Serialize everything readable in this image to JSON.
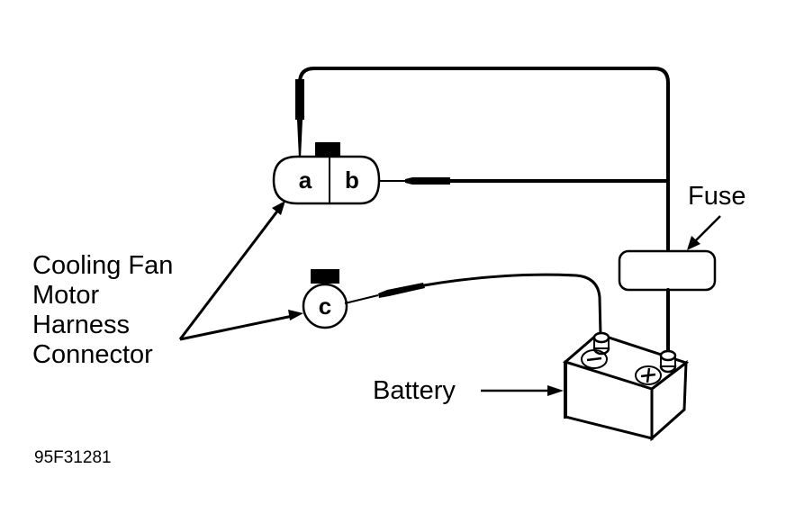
{
  "diagram": {
    "title": "Cooling Fan Motor Harness Connector test connection",
    "figure_code": "95F31281",
    "colors": {
      "ink": "#000000",
      "background": "#ffffff"
    },
    "labels": {
      "connector_line1": "Cooling Fan",
      "connector_line2": "Motor",
      "connector_line3": "Harness",
      "connector_line4": "Connector",
      "fuse": "Fuse",
      "battery": "Battery"
    },
    "connector_pins": {
      "a": "a",
      "b": "b",
      "c": "c"
    },
    "battery_terminals": {
      "negative": "−",
      "positive": "+"
    },
    "connections": [
      {
        "from": "pin-a",
        "to": "fuse-top",
        "note": "jumper wire over top"
      },
      {
        "from": "pin-b",
        "to": "fuse-top",
        "note": "jumper wire"
      },
      {
        "from": "fuse-bottom",
        "to": "battery-positive"
      },
      {
        "from": "pin-c",
        "to": "battery-negative",
        "note": "jumper wire"
      }
    ]
  }
}
